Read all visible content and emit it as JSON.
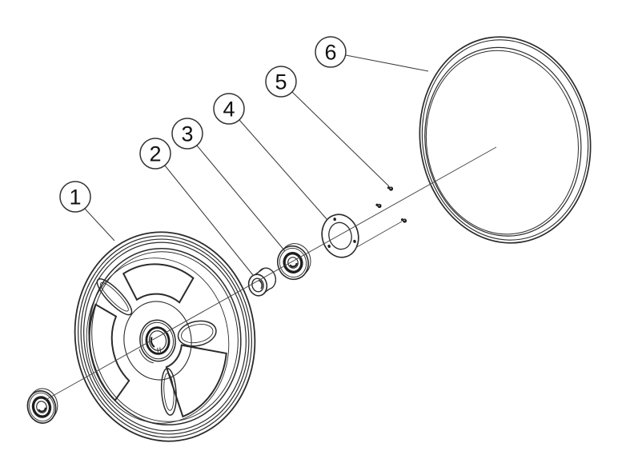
{
  "diagram": {
    "type": "exploded-parts-view",
    "background_color": "#ffffff",
    "line_color": "#2b2b2b",
    "leader_line_color": "#3f3f3f",
    "callout_style": {
      "fill": "#ffffff",
      "stroke": "#333333"
    },
    "callouts": [
      {
        "label": "1",
        "part": "main-wheel"
      },
      {
        "label": "2",
        "part": "spacer-bushing"
      },
      {
        "label": "3",
        "part": "ball-bearing"
      },
      {
        "label": "4",
        "part": "retaining-washer"
      },
      {
        "label": "5",
        "part": "mounting-screws"
      },
      {
        "label": "6",
        "part": "tire-ring"
      }
    ]
  }
}
